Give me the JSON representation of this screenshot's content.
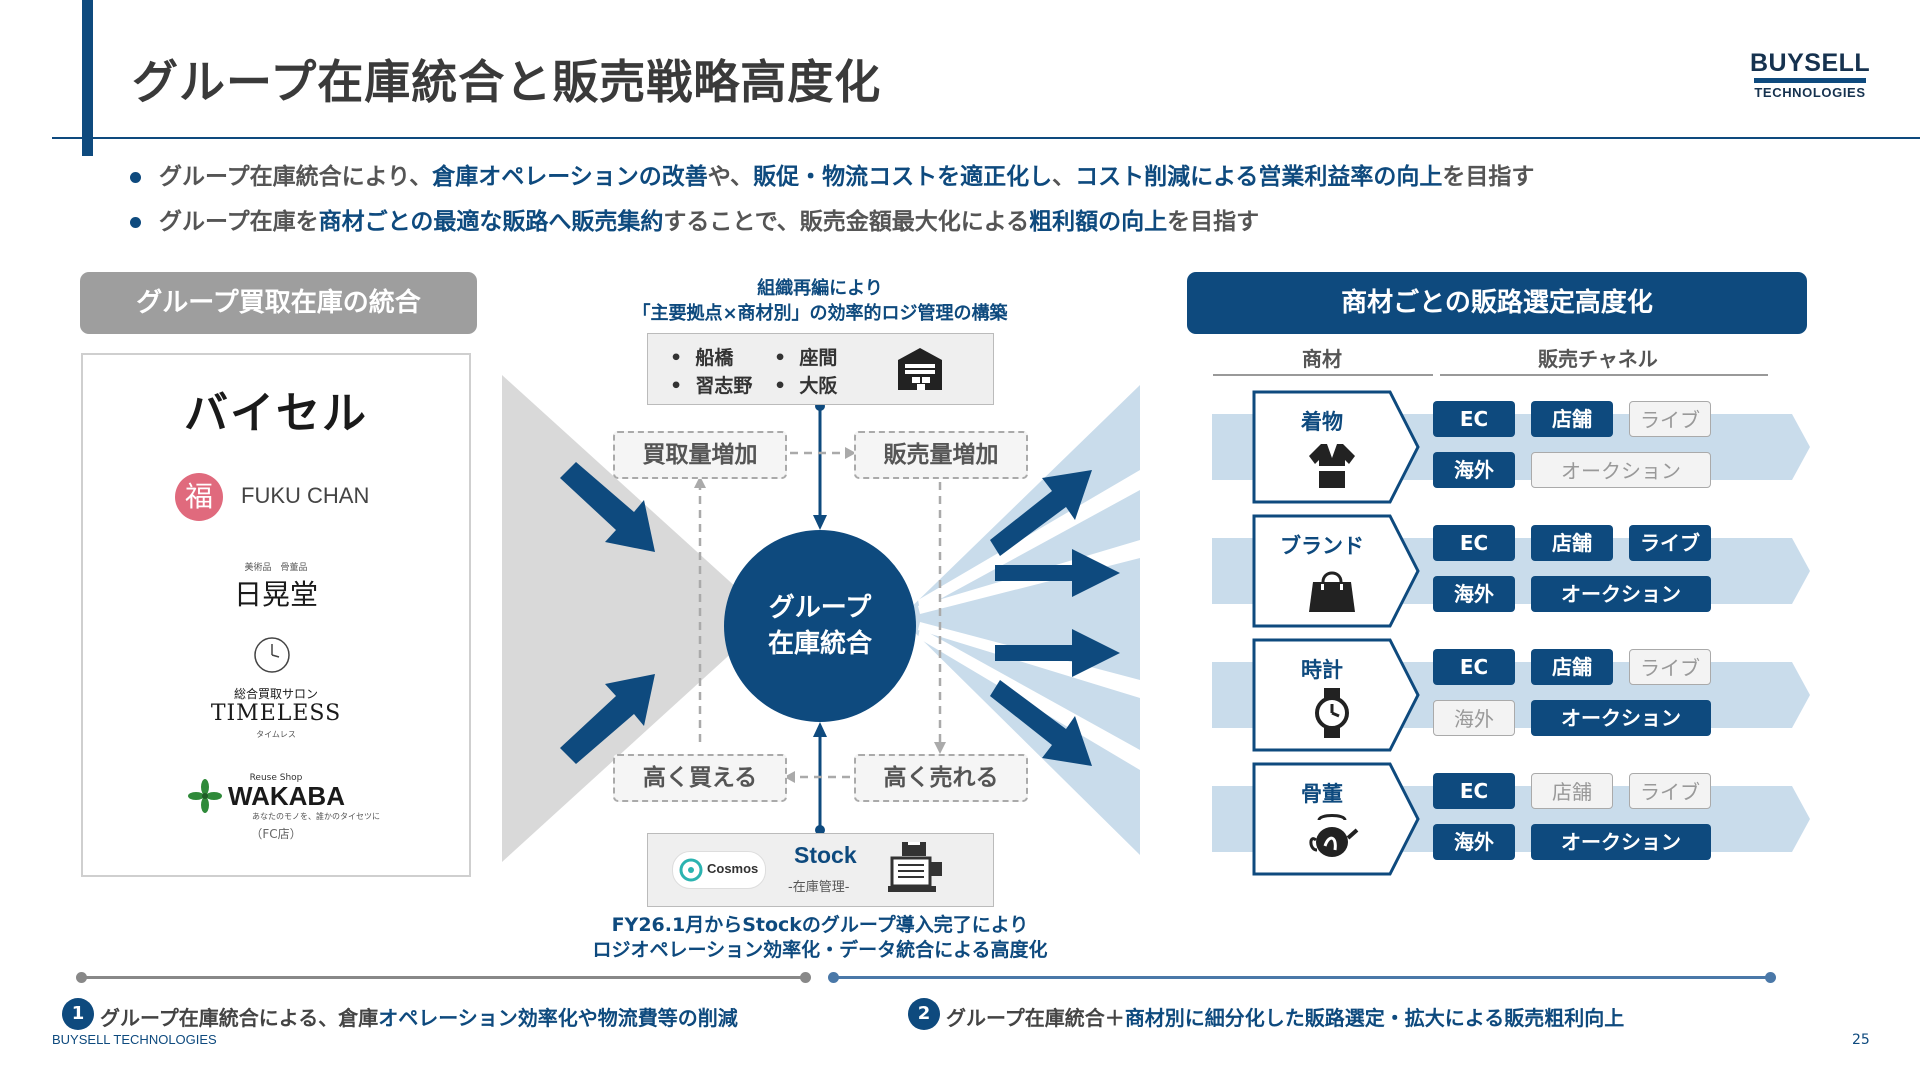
{
  "title": "グループ在庫統合と販売戦略高度化",
  "logo": {
    "line1": "BUYSELL",
    "line2": "TECHNOLOGIES"
  },
  "bullets": [
    {
      "parts": [
        {
          "text": "グループ在庫統合により、",
          "hl": false
        },
        {
          "text": "倉庫オペレーションの改善",
          "hl": true
        },
        {
          "text": "や、",
          "hl": false
        },
        {
          "text": "販促・物流コストを適正化し",
          "hl": true
        },
        {
          "text": "、",
          "hl": false
        },
        {
          "text": "コスト削減による営業利益率の向上",
          "hl": true
        },
        {
          "text": "を目指す",
          "hl": false
        }
      ]
    },
    {
      "parts": [
        {
          "text": "グループ在庫を",
          "hl": false
        },
        {
          "text": "商材ごとの最適な販路へ販売集約",
          "hl": true
        },
        {
          "text": "することで、販売金額最大化による",
          "hl": false
        },
        {
          "text": "粗利額の向上",
          "hl": true
        },
        {
          "text": "を目指す",
          "hl": false
        }
      ]
    }
  ],
  "left_header": "グループ買取在庫の統合",
  "right_header": "商材ごとの販路選定高度化",
  "brands": {
    "buysell": "バイセル",
    "fukuchan": "FUKU CHAN",
    "fukuchan_mark": "福",
    "nikkodo": "日晃堂",
    "nikkodo_small": "美術品　骨董品",
    "timeless_top": "総合買取サロン",
    "timeless": "TIMELESS",
    "timeless_sub": "タイムレス",
    "wakaba_top": "Reuse Shop",
    "wakaba": "WAKABA",
    "wakaba_sub": "あなたのモノを、誰かのタイセツに",
    "wakaba_note": "（FC店）"
  },
  "center": {
    "note_top_1": "組織再編により",
    "note_top_2": "「主要拠点×商材別」の効率的ロジ管理の構築",
    "locations": [
      "船橋",
      "座間",
      "習志野",
      "大阪"
    ],
    "box_buy_up": "買取量増加",
    "box_sell_up": "販売量増加",
    "box_buy_high": "高く買える",
    "box_sell_high": "高く売れる",
    "circle_line1": "グループ",
    "circle_line2": "在庫統合",
    "cosmos": "Cosmos",
    "stock": "Stock",
    "stock_sub": "-在庫管理-",
    "note_bottom_1": "FY26.1月からStockのグループ導入完了により",
    "note_bottom_2": "ロジオペレーション効率化・データ統合による高度化"
  },
  "table": {
    "col_product": "商材",
    "col_channel": "販売チャネル",
    "rows": [
      {
        "name": "着物",
        "icon": "kimono-icon",
        "ec": "EC",
        "store": "店舗",
        "live": "ライブ",
        "overseas": "海外",
        "auction": "オークション",
        "active": {
          "ec": true,
          "store": true,
          "live": false,
          "overseas": true,
          "auction": false
        }
      },
      {
        "name": "ブランド",
        "icon": "bag-icon",
        "ec": "EC",
        "store": "店舗",
        "live": "ライブ",
        "overseas": "海外",
        "auction": "オークション",
        "active": {
          "ec": true,
          "store": true,
          "live": true,
          "overseas": true,
          "auction": true
        }
      },
      {
        "name": "時計",
        "icon": "watch-icon",
        "ec": "EC",
        "store": "店舗",
        "live": "ライブ",
        "overseas": "海外",
        "auction": "オークション",
        "active": {
          "ec": true,
          "store": true,
          "live": false,
          "overseas": false,
          "auction": true
        }
      },
      {
        "name": "骨董",
        "icon": "teapot-icon",
        "ec": "EC",
        "store": "店舗",
        "live": "ライブ",
        "overseas": "海外",
        "auction": "オークション",
        "active": {
          "ec": true,
          "store": false,
          "live": false,
          "overseas": true,
          "auction": true
        }
      }
    ]
  },
  "footer": {
    "n1": "1",
    "t1_a": "グループ在庫統合による、倉庫",
    "t1_b": "オペレーション効率化や物流費等の削減",
    "n2": "2",
    "t2_a": "グループ在庫統合＋",
    "t2_b": "商材別に細分化した販路選定・拡大による販売粗利向上",
    "company": "BUYSELL TECHNOLOGIES",
    "page": "25"
  },
  "colors": {
    "accent": "#0e4a7e",
    "gray": "#9e9e9e",
    "light_blue": "#c9dceb"
  }
}
